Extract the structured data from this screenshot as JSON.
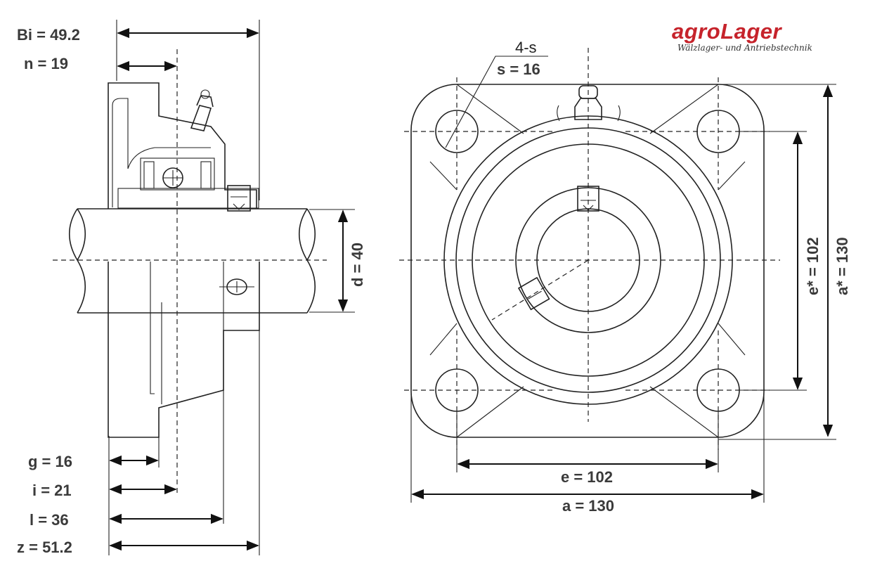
{
  "logo": {
    "brand_prefix": "agro",
    "brand_suffix": "Lager",
    "tagline": "Wälzlager- und Antriebstechnik",
    "color_red": "#c6232b",
    "color_gray": "#8a8a8a"
  },
  "side_view_labels": {
    "bi": "Bi = 49.2",
    "n": "n = 19",
    "g": "g = 16",
    "i": "i = 21",
    "l": "l = 36",
    "z": "z = 51.2",
    "d": "d = 40"
  },
  "front_view_labels": {
    "holes_count": "4-s",
    "s": "s = 16",
    "e": "e = 102",
    "a": "a = 130",
    "e_star": "e* = 102",
    "a_star": "a* = 130"
  }
}
